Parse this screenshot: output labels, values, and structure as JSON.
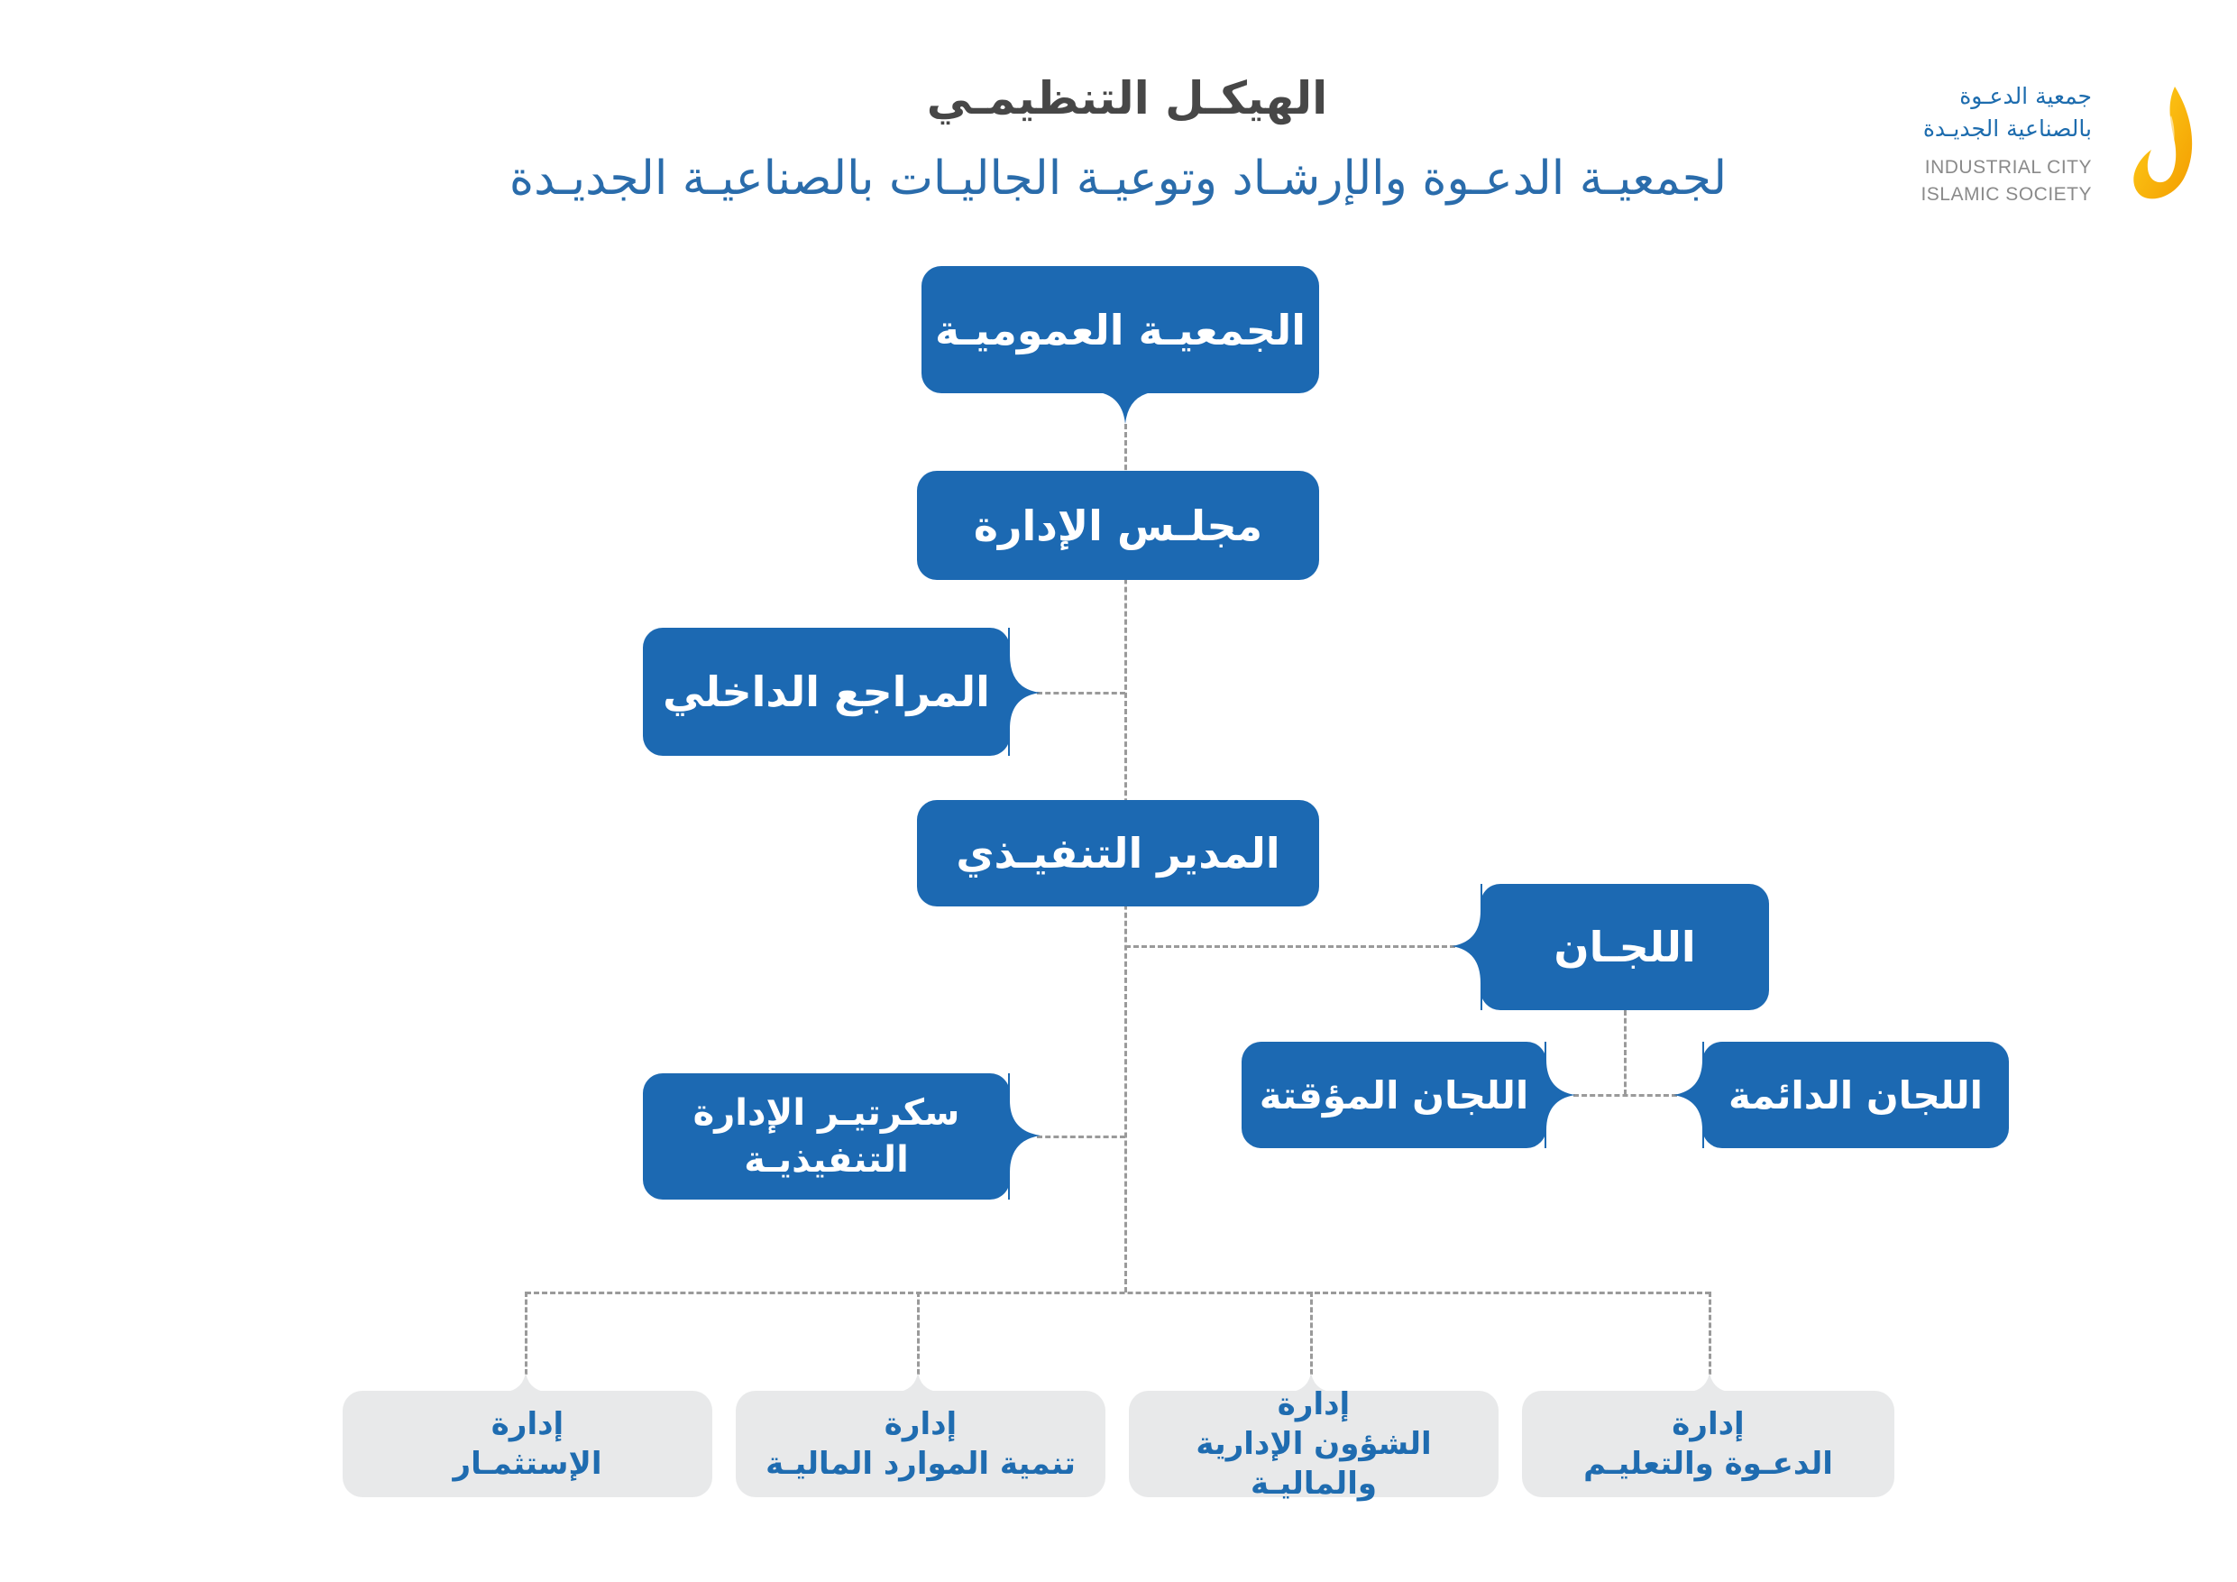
{
  "header": {
    "title": "الهيكـل التنظيمـي",
    "subtitle": "لجمعيـة الدعـوة والإرشـاد وتوعيـة الجاليـات بالصناعيـة الجديـدة"
  },
  "logo": {
    "arabic_line1": "جمعية الدعـوة",
    "arabic_line2": "بالصناعية الجديـدة",
    "english_line1": "INDUSTRIAL CITY",
    "english_line2": "ISLAMIC SOCIETY",
    "icon": "flame-icon",
    "icon_color": "#f7b500"
  },
  "colors": {
    "primary_box": "#1c69b2",
    "secondary_box": "#e8e9ea",
    "secondary_text": "#1f6cb0",
    "connector": "#9a9a9a",
    "title": "#474747",
    "subtitle": "#2a6cab"
  },
  "nodes": {
    "general_assembly": "الجمعيـة العموميـة",
    "board": "مجلـس الإدارة",
    "internal_auditor": "المراجع الداخلي",
    "executive_director": "المدير التنفيـذي",
    "committees": "اللجـان",
    "temporary_committees": "اللجان المؤقتة",
    "permanent_committees": "اللجان الدائمة",
    "executive_secretary": {
      "line1": "سكرتيـر الإدارة",
      "line2": "التنفيذيـة"
    }
  },
  "departments": [
    {
      "line1": "إدارة",
      "line2": "الدعـوة والتعليـم"
    },
    {
      "line1": "إدارة",
      "line2": "الشؤون الإدارية والماليـة"
    },
    {
      "line1": "إدارة",
      "line2": "تنمية الموارد الماليـة"
    },
    {
      "line1": "إدارة",
      "line2": "الإستثمـار"
    }
  ]
}
